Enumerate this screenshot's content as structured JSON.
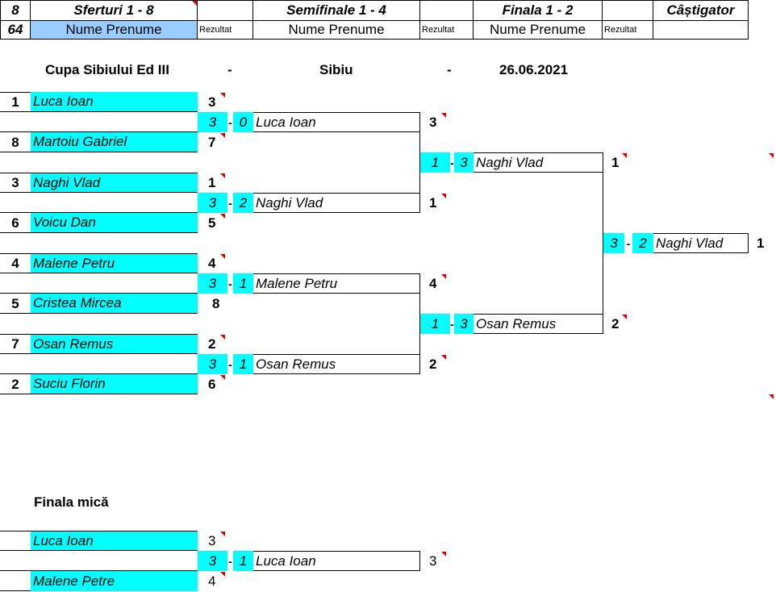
{
  "header": {
    "row1": {
      "col_a": "8",
      "col_b": "Sferturi 1 - 8",
      "col_d": "Semifinale 1 - 4",
      "col_f": "Finala 1 - 2",
      "col_h": "Câștigator"
    },
    "row2": {
      "col_a": "64",
      "col_b": "Nume Prenume",
      "col_c": "Rezultat",
      "col_d": "Nume Prenume",
      "col_e": "Rezultat",
      "col_f": "Nume Prenume",
      "col_g": "Rezultat"
    }
  },
  "event": {
    "name": "Cupa Sibiului Ed III",
    "sep1": "-",
    "location": "Sibiu",
    "sep2": "-",
    "date": "26.06.2021"
  },
  "quarterfinals": [
    {
      "seed": "1",
      "name": "Luca Ioan",
      "result": "3"
    },
    {
      "seed": "8",
      "name": "Martoiu Gabriel",
      "result": "7"
    },
    {
      "seed": "3",
      "name": "Naghi Vlad",
      "result": "1"
    },
    {
      "seed": "6",
      "name": "Voicu Dan",
      "result": "5"
    },
    {
      "seed": "4",
      "name": "Malene Petru",
      "result": "4"
    },
    {
      "seed": "5",
      "name": "Cristea Mircea",
      "result": "8"
    },
    {
      "seed": "7",
      "name": "Osan Remus",
      "result": "2"
    },
    {
      "seed": "2",
      "name": "Suciu Florin",
      "result": "6"
    }
  ],
  "semifinals": [
    {
      "score_a": "3",
      "dash": "-",
      "score_b": "0",
      "name": "Luca Ioan",
      "result": "3"
    },
    {
      "score_a": "3",
      "dash": "-",
      "score_b": "2",
      "name": "Naghi Vlad",
      "result": "1"
    },
    {
      "score_a": "3",
      "dash": "-",
      "score_b": "1",
      "name": "Malene Petru",
      "result": "4"
    },
    {
      "score_a": "3",
      "dash": "-",
      "score_b": "1",
      "name": "Osan Remus",
      "result": "2"
    }
  ],
  "finalists": [
    {
      "score_a": "1",
      "dash": "-",
      "score_b": "3",
      "name": "Naghi Vlad",
      "result": "1"
    },
    {
      "score_a": "1",
      "dash": "-",
      "score_b": "3",
      "name": "Osan Remus",
      "result": "2"
    }
  ],
  "winner": {
    "score_a": "3",
    "dash": "-",
    "score_b": "2",
    "name": "Naghi Vlad",
    "result": "1"
  },
  "small_final": {
    "title": "Finala mică",
    "players": [
      {
        "name": "Luca Ioan",
        "result": "3"
      },
      {
        "name": "Malene Petre",
        "result": "4"
      }
    ],
    "match": {
      "score_a": "3",
      "dash": "-",
      "score_b": "1",
      "name": "Luca Ioan",
      "result": "3"
    }
  }
}
